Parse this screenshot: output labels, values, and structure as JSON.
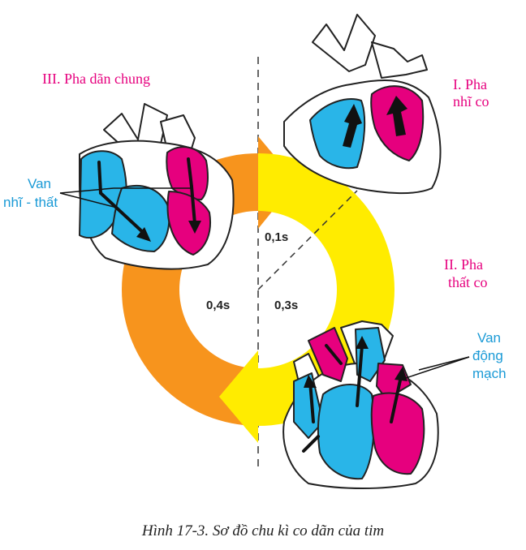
{
  "phases": {
    "phase1": [
      "I. Pha",
      "nhĩ co"
    ],
    "phase2": [
      "II. Pha",
      "thất co"
    ],
    "phase3": "III. Pha dãn chung"
  },
  "valves": {
    "av": [
      "Van",
      "nhĩ - thất"
    ],
    "semilunar": [
      "Van",
      "động",
      "mạch"
    ]
  },
  "durations": {
    "atrial": "0,1s",
    "ventricular": "0,3s",
    "relaxation": "0,4s"
  },
  "caption": "Hình 17-3. Sơ đồ chu kì co dãn của tim",
  "colors": {
    "oxygenated": "#e6007e",
    "deoxygenated": "#29b5e8",
    "systole_arc": "#ffec00",
    "diastole_arc": "#f7941d"
  }
}
